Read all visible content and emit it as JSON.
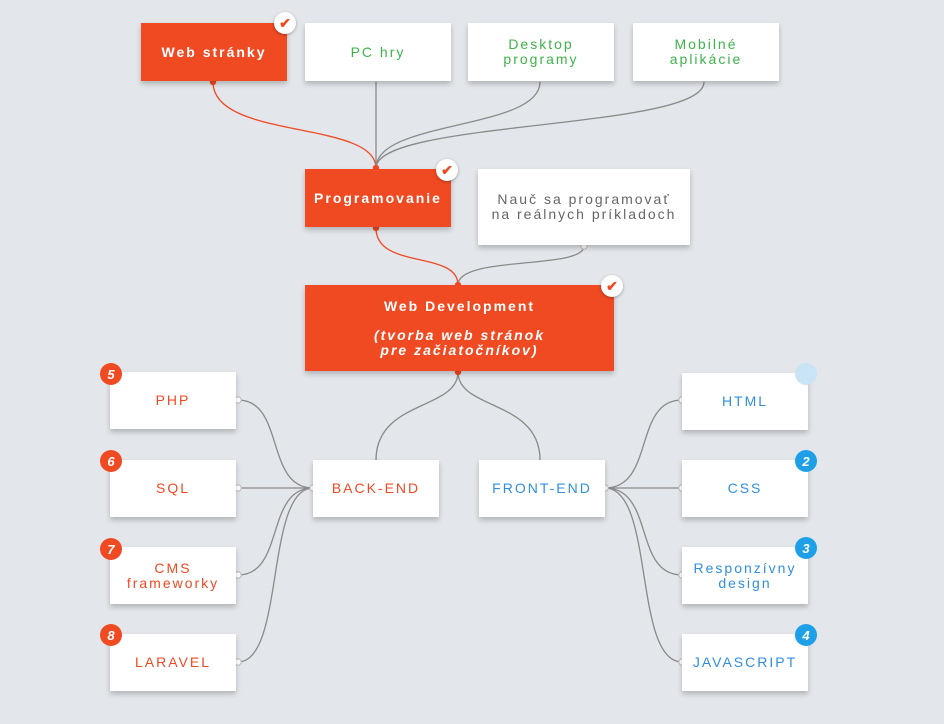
{
  "colors": {
    "accent": "#f04a23",
    "frontend": "#2f8fe0",
    "badge_blue": "#1ea0e8",
    "done_green": "#3db34a",
    "wire_gray": "#8a8a8a"
  },
  "targets": {
    "web_stranky": "Web stránky",
    "pc_hry": "PC hry",
    "desktop": "Desktop\nprogramy",
    "mobilne": "Mobilné\naplikácie"
  },
  "programovanie": "Programovanie",
  "nauc": "Nauč sa programovať\nna reálnych príkladoch",
  "webdev": {
    "title": "Web Development",
    "subtitle": "(tvorba web stránok\npre začiatočníkov)"
  },
  "backend": {
    "label": "BACK-END",
    "items": [
      {
        "label": "PHP",
        "badge": "5"
      },
      {
        "label": "SQL",
        "badge": "6"
      },
      {
        "label": "CMS\nframeworky",
        "badge": "7"
      },
      {
        "label": "LARAVEL",
        "badge": "8"
      }
    ]
  },
  "frontend": {
    "label": "FRONT-END",
    "items": [
      {
        "label": "HTML",
        "badge": ""
      },
      {
        "label": "CSS",
        "badge": "2"
      },
      {
        "label": "Responzívny\ndesign",
        "badge": "3"
      },
      {
        "label": "JAVASCRIPT",
        "badge": "4"
      }
    ]
  },
  "icons": {
    "check": "check-icon"
  }
}
